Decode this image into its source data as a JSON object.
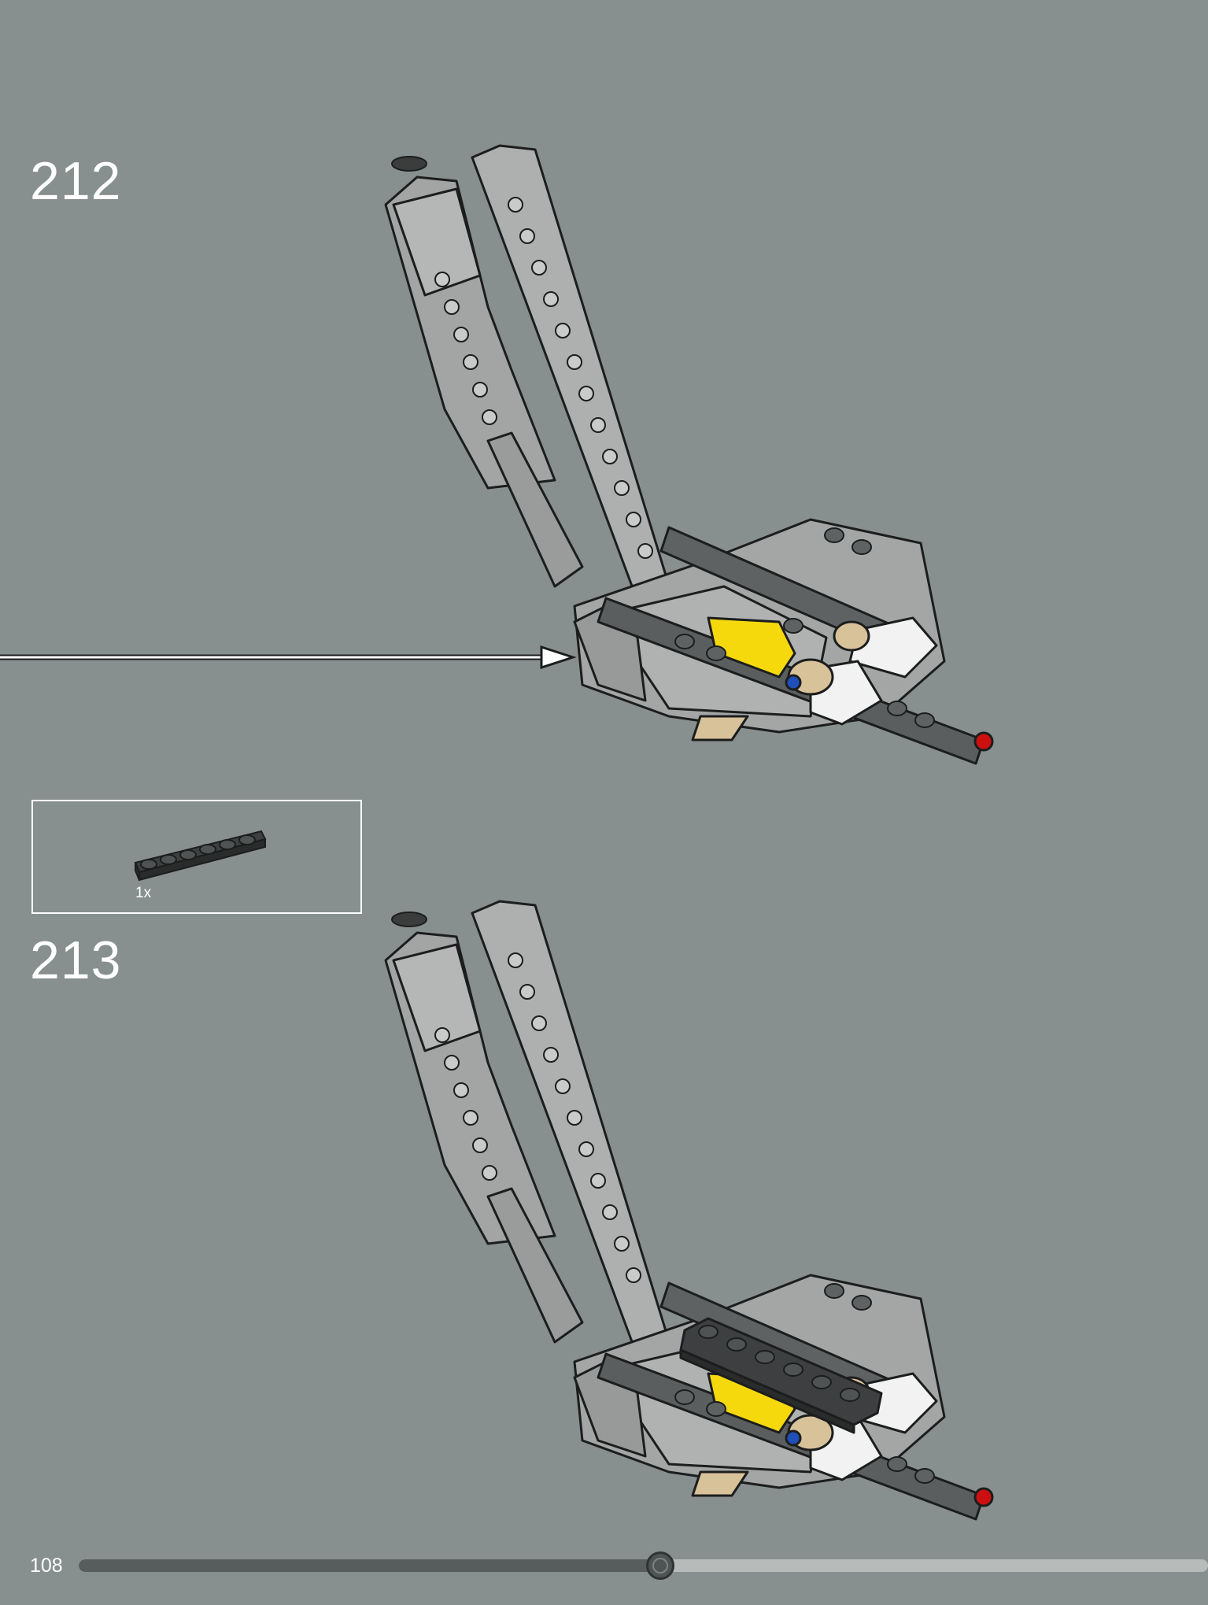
{
  "steps": [
    {
      "number": "212"
    },
    {
      "number": "213"
    }
  ],
  "parts_callout": {
    "quantity": "1x",
    "part_color": "#3d3f40"
  },
  "page": {
    "number": "108",
    "progress": 0.515
  },
  "colors": {
    "background": "#88908f",
    "part_light_gray": "#a9abaa",
    "part_dark_gray": "#5e6262",
    "accent_yellow": "#f5d90c",
    "accent_tan": "#d8c29a",
    "accent_red": "#cc1010",
    "accent_blue": "#1f4fb8"
  }
}
